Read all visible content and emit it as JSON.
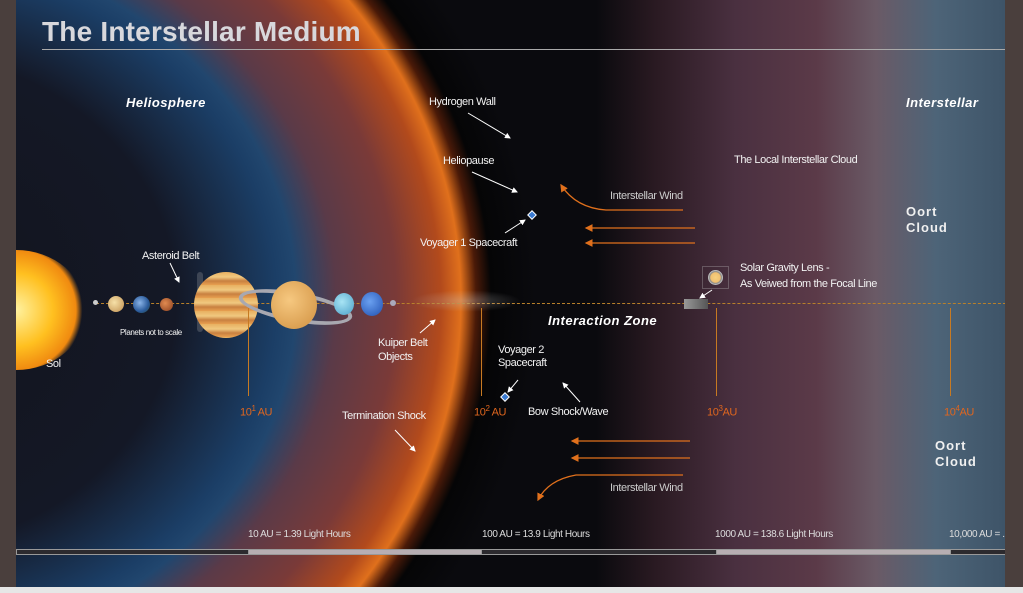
{
  "title": "The Interstellar Medium",
  "regions": {
    "heliosphere": "Heliosphere",
    "interstellar": "Interstellar",
    "interaction_zone": "Interaction Zone",
    "oort_top": "Oort Cloud",
    "oort_bottom": "Oort Cloud"
  },
  "labels": {
    "hydrogen_wall": "Hydrogen Wall",
    "heliopause": "Heliopause",
    "voyager1": "Voyager 1 Spacecraft",
    "asteroid_belt": "Asteroid Belt",
    "planets_note": "Planets not to scale",
    "sol": "Sol",
    "kuiper": "Kuiper Belt Objects",
    "voyager2": "Voyager 2 Spacecraft",
    "termination_shock": "Termination Shock",
    "bow_shock": "Bow Shock/Wave",
    "local_cloud": "The Local Interstellar Cloud",
    "wind_top": "Interstellar Wind",
    "wind_bottom": "Interstellar Wind",
    "gravity_lens_1": "Solar Gravity Lens -",
    "gravity_lens_2": "As Veiwed from the Focal Line"
  },
  "au_markers": [
    {
      "base": "10",
      "exp": "1",
      "unit": "AU"
    },
    {
      "base": "10",
      "exp": "2",
      "unit": "AU"
    },
    {
      "base": "10",
      "exp": "3",
      "unit": "AU"
    },
    {
      "base": "10",
      "exp": "4",
      "unit": "AU"
    }
  ],
  "scale_labels": [
    "10 AU = 1.39 Light Hours",
    "100 AU = 13.9 Light Hours",
    "1000 AU = 138.6 Light Hours",
    "10,000 AU = ."
  ],
  "colors": {
    "accent": "#e0661e",
    "text": "#f2f2f2"
  }
}
